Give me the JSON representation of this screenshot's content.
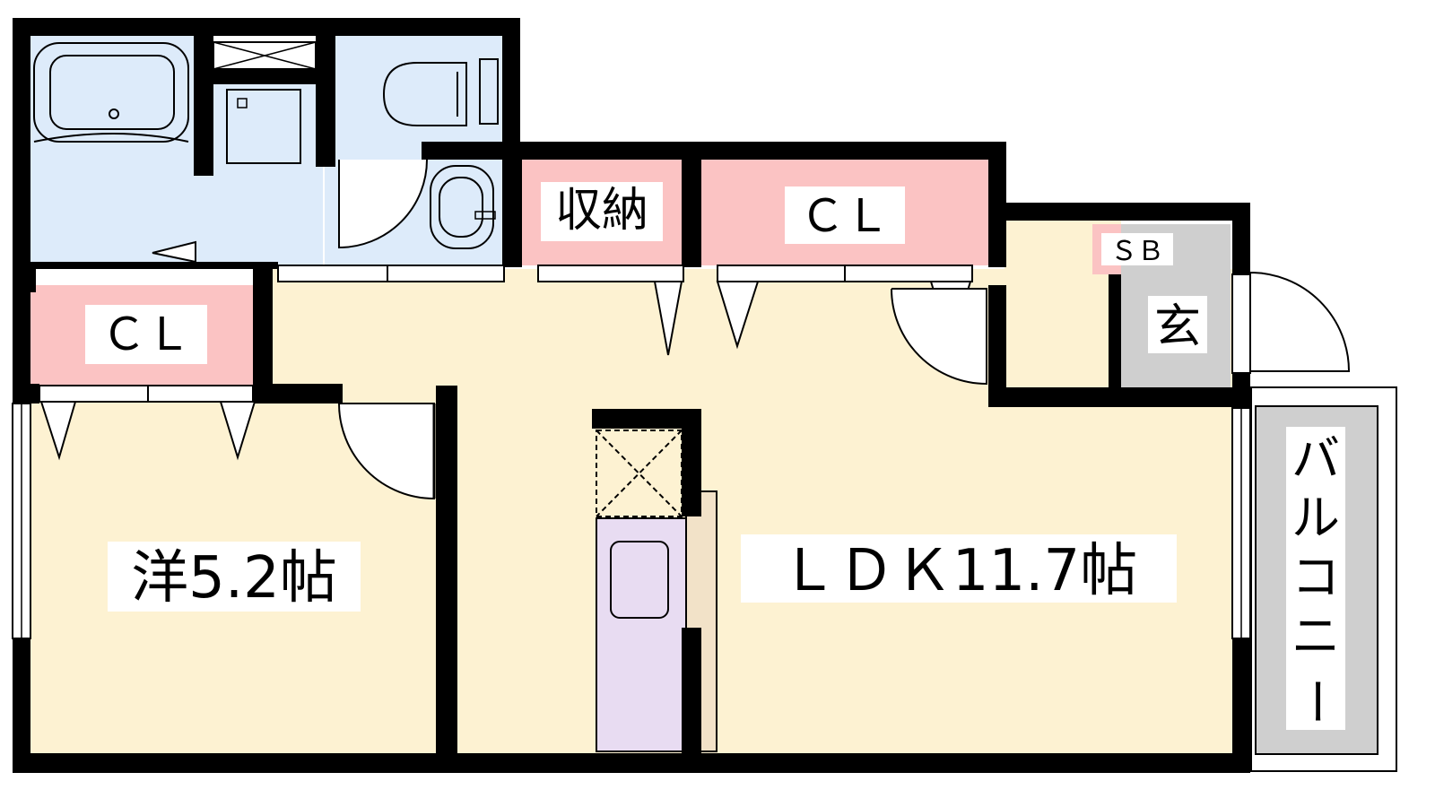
{
  "labels": {
    "storage": "収納",
    "closet_top": "ＣＬ",
    "closet_left": "ＣＬ",
    "shoe_box": "ＳＢ",
    "entrance": "玄",
    "western_room": "洋5.2帖",
    "ldk": "ＬＤＫ11.7帖",
    "balcony_chars": [
      "バ",
      "ル",
      "コ",
      "ニ",
      "ー"
    ]
  },
  "colors": {
    "wall": "#000000",
    "living_floor": "#fdf2d2",
    "wet_area": "#ddebfa",
    "closet": "#fbc3c3",
    "entrance": "#cfcfcf",
    "balcony": "#cfcfcf",
    "kitchen": "#e8dcf2",
    "counter": "#f2e2c8"
  }
}
